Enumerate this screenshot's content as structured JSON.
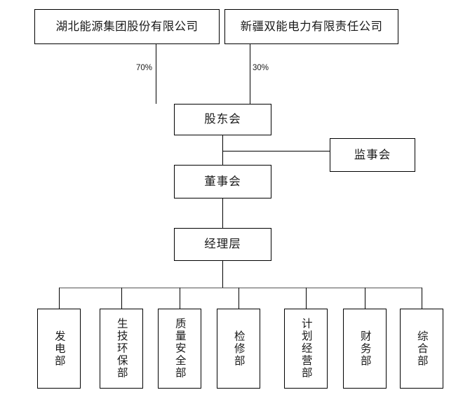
{
  "chart": {
    "type": "org-chart",
    "title": "",
    "orientation": "top-down"
  },
  "shareholders": [
    {
      "id": "parent-a",
      "label": "湖北能源集团股份有限公司",
      "ownership": "70%"
    },
    {
      "id": "parent-b",
      "label": "新疆双能电力有限责任公司",
      "ownership": "30%"
    }
  ],
  "governance": {
    "shareholders_meeting": "股东会",
    "board_of_supervisors": "监事会",
    "board_of_directors": "董事会",
    "management": "经理层"
  },
  "departments": [
    {
      "id": "dept-1",
      "label": "发电部"
    },
    {
      "id": "dept-2",
      "label": "生技环保部"
    },
    {
      "id": "dept-3",
      "label": "质量安全部"
    },
    {
      "id": "dept-4",
      "label": "检修部"
    },
    {
      "id": "dept-5",
      "label": "计划经营部"
    },
    {
      "id": "dept-6",
      "label": "财务部"
    },
    {
      "id": "dept-7",
      "label": "综合部"
    }
  ],
  "colors": {
    "background": "#ffffff",
    "border": "#000000",
    "text": "#1a1a1a",
    "bus_line": "#555555"
  }
}
